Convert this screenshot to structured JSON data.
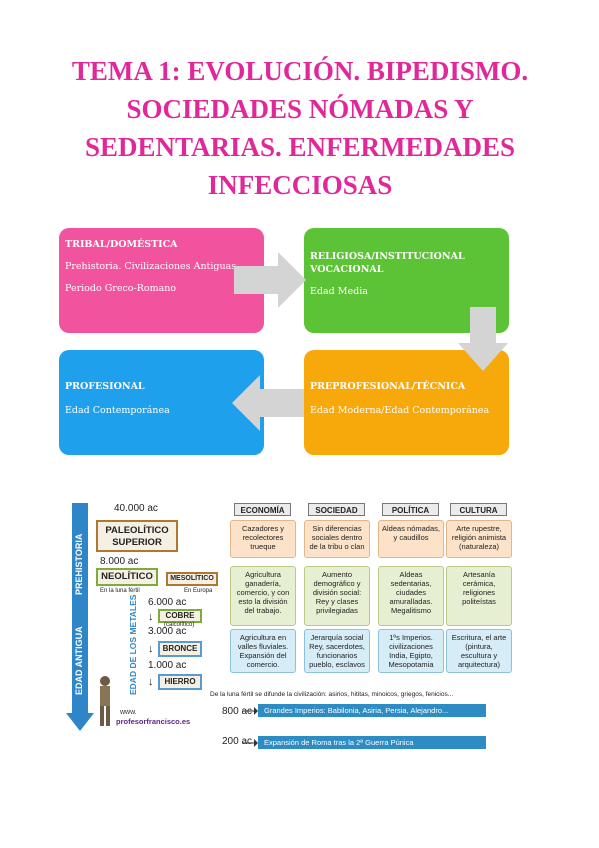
{
  "title": {
    "lines": [
      "TEMA 1: EVOLUCIÓN. BIPEDISMO.",
      "SOCIEDADES NÓMADAS Y",
      "SEDENTARIAS. ENFERMEDADES",
      "INFECCIOSAS"
    ]
  },
  "colors": {
    "title": "#e0289a",
    "pink": "#f2539f",
    "green": "#5cc236",
    "blue": "#1ea0ec",
    "orange": "#f7a90b"
  },
  "boxes": {
    "tribal": {
      "heading": "TRIBAL/DOMÉSTICA",
      "line1": "Prehistoria. Civilizaciones Antiguas",
      "line2": "Periodo Greco-Romano"
    },
    "religiosa": {
      "heading": "RELIGIOSA/INSTITUCIONAL VOCACIONAL",
      "line1": "Edad Media"
    },
    "profesional": {
      "heading": "PROFESIONAL",
      "line1": "Edad Contemporánea"
    },
    "preprofesional": {
      "heading": "PREPROFESIONAL/TÉCNICA",
      "line1": "Edad Moderna/Edad Contemporánea"
    }
  },
  "infographic": {
    "prehistoria": "PREHISTORIA",
    "edad_antigua": "EDAD ANTIGUA",
    "edad_metales": "EDAD DE LOS METALES",
    "years": [
      "40.000 ac",
      "8.000 ac",
      "6.000 ac",
      "3.000 ac",
      "1.000 ac",
      "800 ac",
      "200 ac"
    ],
    "stages": {
      "paleolitico": "PALEOLÍTICO SUPERIOR",
      "neolitico": "NEOLÍTICO",
      "neolitico_note": "En la luna fértil",
      "mesolitico": "MESOLÍTICO",
      "mesolitico_note": "En Europa",
      "cobre": "COBRE",
      "cobre_note": "(calcolítico)",
      "bronce": "BRONCE",
      "hierro": "HIERRO"
    },
    "columns": [
      "ECONOMÍA",
      "SOCIEDAD",
      "POLÍTICA",
      "CULTURA"
    ],
    "rows": [
      [
        "Cazadores y recolectores trueque",
        "Sin diferencias sociales dentro de la tribu o clan",
        "Aldeas nómadas, y caudillos",
        "Arte rupestre, religión animista (naturaleza)"
      ],
      [
        "Agricultura ganadería, comercio, y con esto la división del trabajo.",
        "Aumento demográfico y división social: Rey y clases privilegiadas",
        "Aldeas sedentarias, ciudades amuralladas. Megalitismo",
        "Artesanía cerámica, religiones politeístas"
      ],
      [
        "Agricultura en valles fluviales. Expansión del comercio.",
        "Jerarquía social Rey, sacerdotes, funcionarios pueblo, esclavos",
        "1ºs Imperios. civilizaciones India, Egipto, Mesopotamia",
        "Escritura, el arte (pintura, escultura y arquitectura)"
      ]
    ],
    "spread_note": "De la luna fértil se difunde la civilización: asirios, hititas, minoicos, griegos, fenicios...",
    "band1": "Grandes Imperios: Babilonia, Asiria, Persia, Alejandro...",
    "band2": "Expansión de Roma tras la 2ª Guerra Púnica",
    "website_top": "www.",
    "website": "profesorfrancisco.es"
  }
}
